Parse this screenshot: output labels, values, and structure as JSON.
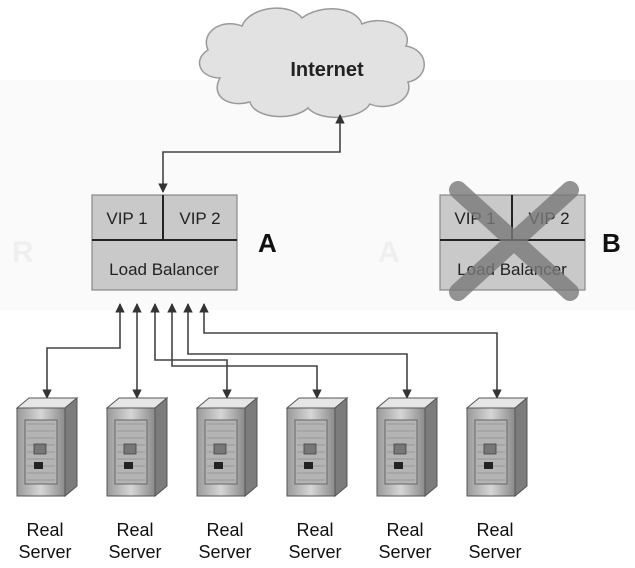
{
  "internet": {
    "label": "Internet"
  },
  "balancer_a": {
    "vip1": "VIP 1",
    "vip2": "VIP 2",
    "name": "Load Balancer",
    "letter": "A",
    "state": "active"
  },
  "balancer_b": {
    "vip1": "VIP 1",
    "vip2": "VIP 2",
    "name": "Load Balancer",
    "letter": "B",
    "state": "failed (crossed out)"
  },
  "servers": [
    {
      "line1": "Real",
      "line2": "Server"
    },
    {
      "line1": "Real",
      "line2": "Server"
    },
    {
      "line1": "Real",
      "line2": "Server"
    },
    {
      "line1": "Real",
      "line2": "Server"
    },
    {
      "line1": "Real",
      "line2": "Server"
    },
    {
      "line1": "Real",
      "line2": "Server"
    }
  ],
  "colors": {
    "box_fill": "#c9c9c9",
    "cross": "#7a7a7a",
    "cloud": "#e2e2e2",
    "line": "#444444"
  }
}
